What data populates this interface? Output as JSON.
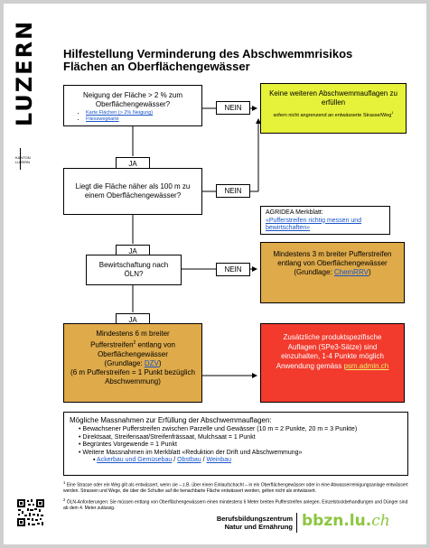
{
  "logo": {
    "vertical_text": "LUZERN",
    "color": "#8cc63f"
  },
  "side_mark": "KANTON LUZERN",
  "title": {
    "line1": "Hilfestellung Verminderung des Abschwemmrisikos",
    "line2": "Flächen an Oberflächengewässer"
  },
  "flow": {
    "q1": {
      "text": "Neigung der Fläche > 2 % zum Oberflächengewässer?",
      "link1": "Karte Flächen (> 2% Neigung)",
      "link2": "Fliesswegkarte"
    },
    "q2": "Liegt die Fläche näher als 100 m zu einem Oberflächengewässer?",
    "q3": "Bewirtschaftung nach ÖLN?",
    "nein": "NEIN",
    "ja": "JA",
    "r_yellow": {
      "title": "Keine weiteren Abschwemmauflagen zu erfüllen",
      "note": "sofern nicht angrenzend an entwässerte Strasse/Weg",
      "sup": "1"
    },
    "agridea": {
      "label": "AGRIDEA Merkblatt:",
      "link": "«Pufferstreifen richtig messen und bewirtschaften»"
    },
    "r_orange_right": {
      "text": "Mindestens 3 m breiter Pufferstreifen entlang von Oberflächengewässer",
      "basis_pre": "(Grundlage: ",
      "basis_link": "ChemRRV",
      "basis_post": ")"
    },
    "r_orange_left": {
      "line1": "Mindestens 6 m breiter",
      "line2a": "Pufferstreifen",
      "line2sup": "2",
      "line2b": " entlang von",
      "line3": "Oberflächengewässer",
      "basis_pre": "(Grundlage: ",
      "basis_link": "DZV",
      "basis_post": ")",
      "line5": "(6 m Pufferstreifen = 1 Punkt bezüglich Abschwemmung)"
    },
    "r_red": {
      "text": "Zusätzliche produktspezifische Auflagen (SPe3-Sätze) sind einzuhalten, 1-4 Punkte möglich",
      "appl": "Anwendung gemäss ",
      "link": "psm.admin.ch"
    }
  },
  "measures": {
    "heading": "Mögliche Massnahmen zur Erfüllung der Abschwemmauflagen:",
    "items": [
      "Bewachsener Pufferstreifen zwischen Parzelle und Gewässer (10 m = 2 Punkte, 20 m = 3 Punkte)",
      "Direktsaat, Streifensaat/Streifenfrässaat, Mulchsaat = 1 Punkt",
      "Begrüntes Vorgewende = 1 Punkt",
      "Weitere Massnahmen im Merkblatt «Reduktion der Drift und Abschwemmung»"
    ],
    "links": [
      "Ackerbau und Gemüsebau",
      "Obstbau",
      "Weinbau"
    ],
    "sep": " / "
  },
  "footnotes": {
    "f1": "Eine Strasse oder ein Weg gilt als entwässert, wenn sie – z.B. über einen Einlaufschacht – in ein Oberflächengewässer oder in eine Abwasserreinigungsanlage entwässert werden. Strassen und Wege, die über die Schulter auf die benachbarte Fläche entwässert werden, gelten nicht als entwässert.",
    "f1sup": "1",
    "f2": "ÖLN-Anforderungen: Sie müssen entlang von Oberflächengewässern einen mindestens 6 Meter breiten Pufferstreifen anlegen. Einzelstockbehandlungen und Dünger sind ab dem 4. Meter zulässig.",
    "f2sup": "2"
  },
  "footer": {
    "org_line1": "Berufsbildungszentrum",
    "org_line2": "Natur und Ernährung",
    "brand": "bbzn.lu.",
    "brand_suffix": "ch",
    "brand_color": "#8cc63f"
  }
}
